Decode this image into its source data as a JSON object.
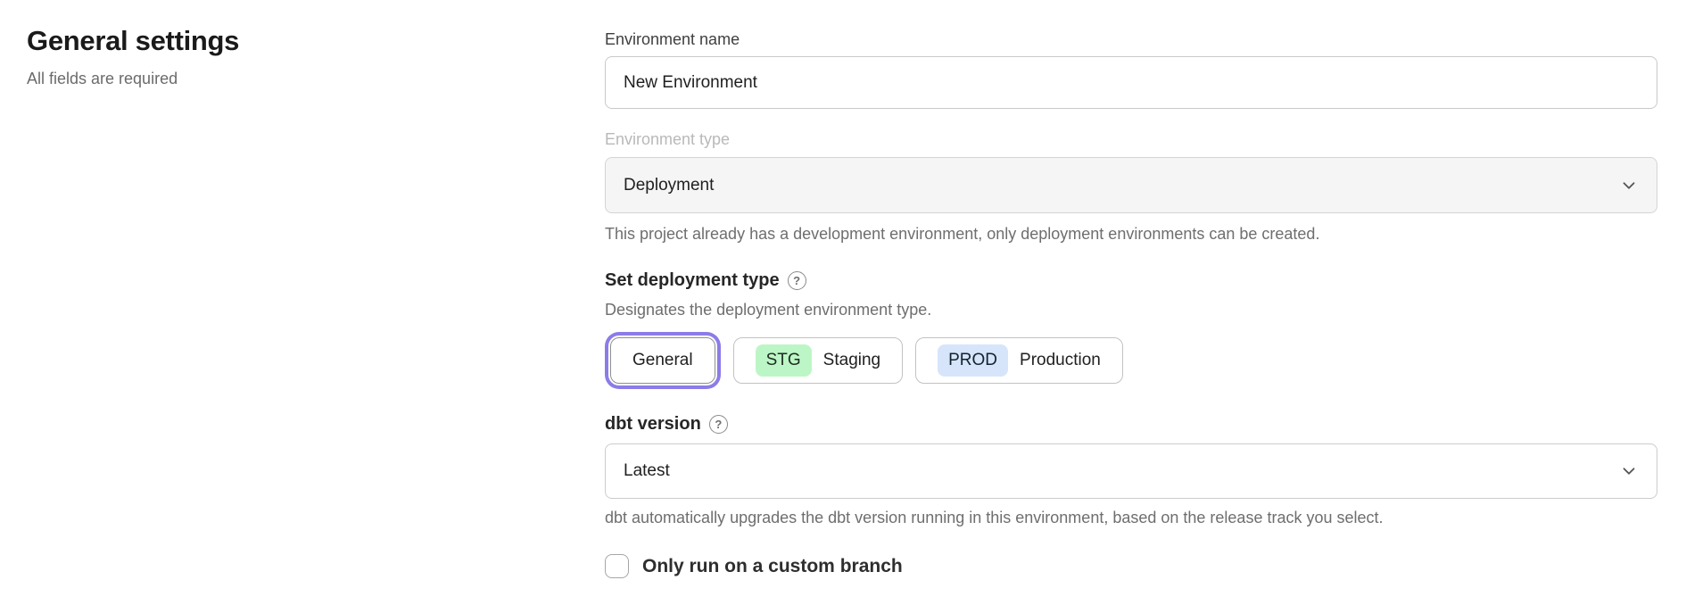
{
  "page": {
    "title": "General settings",
    "subtitle": "All fields are required"
  },
  "form": {
    "environment_name": {
      "label": "Environment name",
      "value": "New Environment"
    },
    "environment_type": {
      "label": "Environment type",
      "value": "Deployment",
      "disabled": true,
      "helper": "This project already has a development environment, only deployment environments can be created."
    },
    "deployment_type": {
      "label": "Set deployment type",
      "helper": "Designates the deployment environment type.",
      "options": [
        {
          "label": "General",
          "selected": true
        },
        {
          "badge": "STG",
          "label": "Staging",
          "selected": false
        },
        {
          "badge": "PROD",
          "label": "Production",
          "selected": false
        }
      ]
    },
    "dbt_version": {
      "label": "dbt version",
      "value": "Latest",
      "helper": "dbt automatically upgrades the dbt version running in this environment, based on the release track you select."
    },
    "custom_branch": {
      "label": "Only run on a custom branch",
      "checked": false
    }
  },
  "icons": {
    "help_glyph": "?"
  },
  "colors": {
    "selected_ring": "#8b7ce8",
    "stg_badge_bg": "#bdf6c6",
    "prod_badge_bg": "#d7e5fb",
    "disabled_field_bg": "#f5f5f5",
    "helper_text": "#6e6e6e"
  }
}
